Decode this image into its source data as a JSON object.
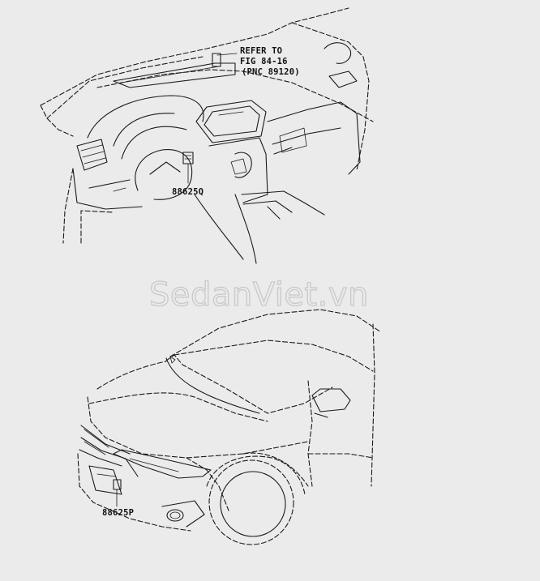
{
  "labels": {
    "refer_line1": "REFER TO",
    "refer_line2": "FIG 84-16",
    "refer_line3": "(PNC 89120)",
    "part_q": "88625Q",
    "part_p": "88625P"
  },
  "watermark": "SedanViet.vn"
}
